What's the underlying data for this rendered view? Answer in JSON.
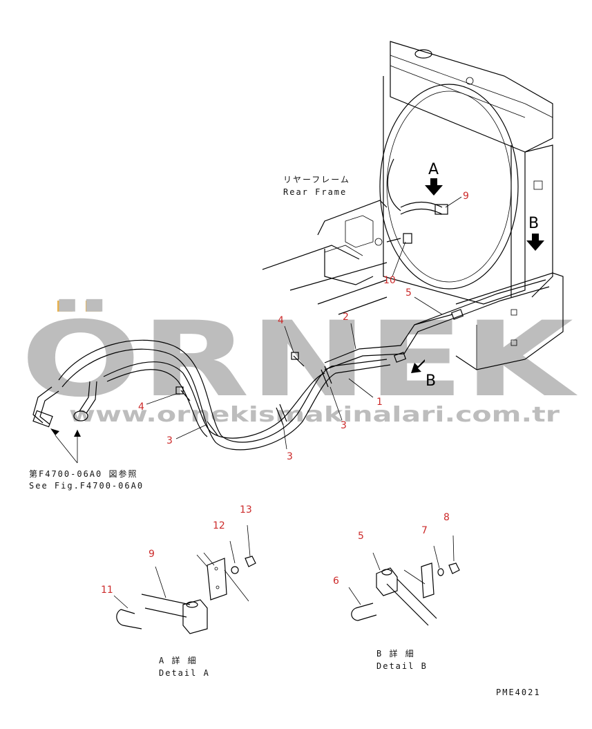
{
  "watermark": {
    "brand": "ÖRNEK",
    "url": "www.ornekismakinalari.com.tr",
    "color": "#bdbdbd",
    "accent": "#e8b04a"
  },
  "labels": {
    "rear_frame_jp": "リヤーフレーム",
    "rear_frame_en": "Rear Frame",
    "see_fig_jp": "第F4700-06A0 図参照",
    "see_fig_en": "See Fig.F4700-06A0",
    "detail_a_jp": "A 詳 細",
    "detail_a_en": "Detail A",
    "detail_b_jp": "B 詳 細",
    "detail_b_en": "Detail B",
    "drawing_code": "PME4021",
    "view_a": "A",
    "view_b": "B",
    "view_b2": "B"
  },
  "callouts": [
    {
      "id": "c9",
      "text": "9"
    },
    {
      "id": "c10",
      "text": "10"
    },
    {
      "id": "c5",
      "text": "5"
    },
    {
      "id": "c2",
      "text": "2"
    },
    {
      "id": "c4a",
      "text": "4"
    },
    {
      "id": "c4b",
      "text": "4"
    },
    {
      "id": "c1",
      "text": "1"
    },
    {
      "id": "c3a",
      "text": "3"
    },
    {
      "id": "c3b",
      "text": "3"
    },
    {
      "id": "c3c",
      "text": "3"
    },
    {
      "id": "c13",
      "text": "13"
    },
    {
      "id": "c12",
      "text": "12"
    },
    {
      "id": "c9d",
      "text": "9"
    },
    {
      "id": "c11",
      "text": "11"
    },
    {
      "id": "c5d",
      "text": "5"
    },
    {
      "id": "c8",
      "text": "8"
    },
    {
      "id": "c7",
      "text": "7"
    },
    {
      "id": "c6",
      "text": "6"
    }
  ]
}
